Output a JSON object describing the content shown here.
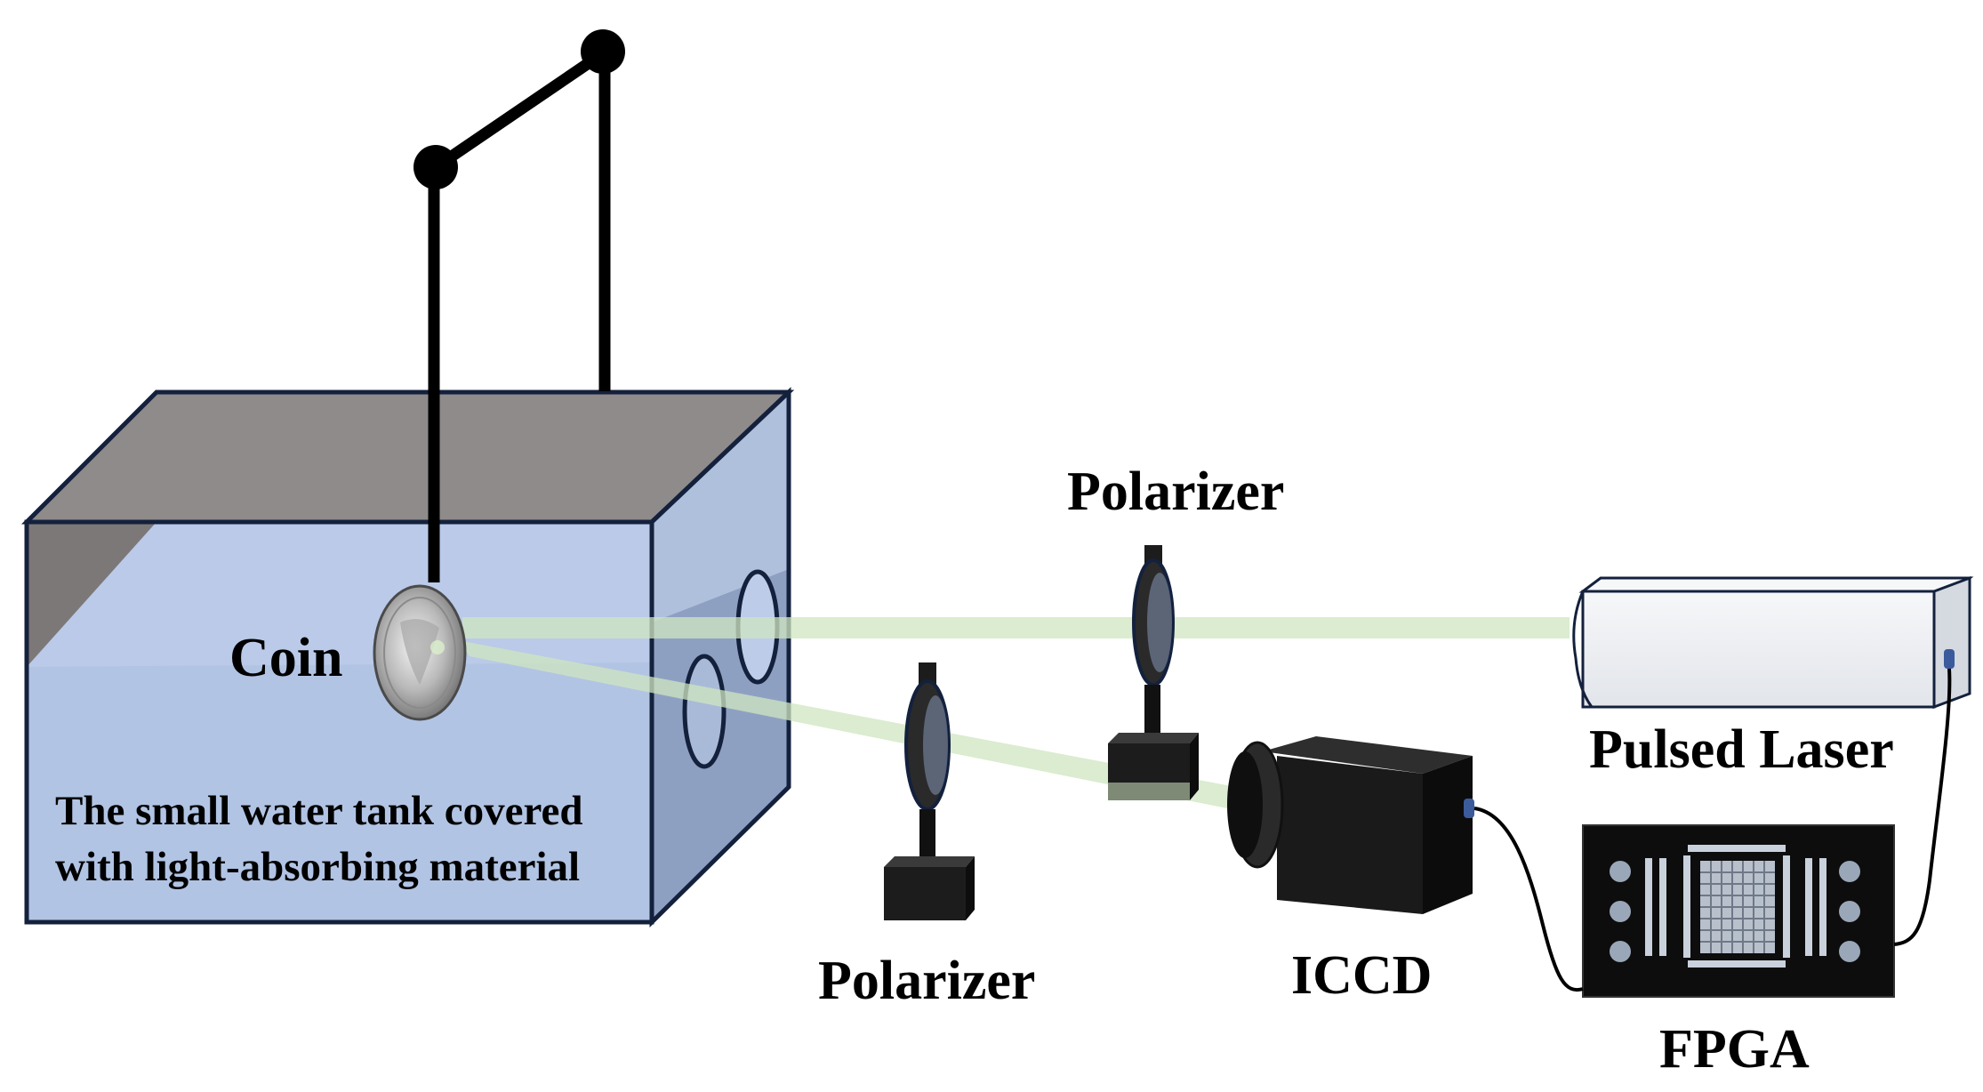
{
  "labels": {
    "coin": "Coin",
    "tank_line1": "The small water tank covered",
    "tank_line2": "with light-absorbing material",
    "polarizer_top": "Polarizer",
    "polarizer_bottom": "Polarizer",
    "iccd": "ICCD",
    "pulsed_laser": "Pulsed Laser",
    "fpga": "FPGA"
  },
  "colors": {
    "water_front": "#b2c4e4",
    "water_side": "#8ea0c2",
    "tank_top": "#8f8b8b",
    "tank_top_dark": "#5f5b5b",
    "beam": "#cfe6c0",
    "outline": "#14213d",
    "device_dark": "#1f1f1f",
    "laser_body": "#eef0f3"
  }
}
